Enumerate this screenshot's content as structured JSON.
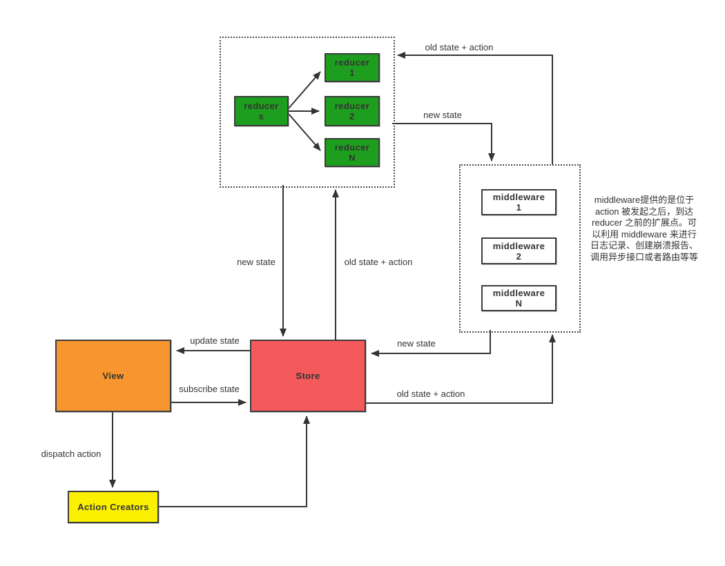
{
  "colors": {
    "background": "#ffffff",
    "line": "#333333",
    "text": "#333333",
    "node_border": "#3b3b3b",
    "reducer_fill": "#1e9e1e",
    "middleware_fill": "#ffffff",
    "view_fill": "#f7952f",
    "store_fill": "#f4595b",
    "action_creators_fill": "#fbf000"
  },
  "nodes": {
    "reducers": {
      "label": "reducers",
      "lines": [
        "reducer",
        "s"
      ]
    },
    "reducer_1": {
      "label": "reducer 1",
      "lines": [
        "reducer",
        "1"
      ]
    },
    "reducer_2": {
      "label": "reducer 2",
      "lines": [
        "reducer",
        "2"
      ]
    },
    "reducer_n": {
      "label": "reducer N",
      "lines": [
        "reducer",
        "N"
      ]
    },
    "middleware_1": {
      "label": "middleware 1",
      "lines": [
        "middleware",
        "1"
      ]
    },
    "middleware_2": {
      "label": "middleware 2",
      "lines": [
        "middleware",
        "2"
      ]
    },
    "middleware_n": {
      "label": "middleware N",
      "lines": [
        "middleware",
        "N"
      ]
    },
    "view": {
      "label": "View"
    },
    "store": {
      "label": "Store"
    },
    "action_creators": {
      "label": "Action Creators"
    }
  },
  "edge_labels": {
    "store_to_reducers_top": "old state + action",
    "reducers_to_middleware": "new state",
    "reducers_to_store": "new state",
    "store_to_reducers": "old state + action",
    "middleware_to_store": "new state",
    "store_to_middleware": "old state + action",
    "store_to_view": "update state",
    "view_to_store": "subscribe state",
    "view_to_action_creators": "dispatch action"
  },
  "note": {
    "text": "middleware提供的是位于 action 被发起之后，到达 reducer 之前的扩展点。可以利用 middleware 来进行日志记录、创建崩溃报告、调用异步接口或者路由等等"
  }
}
